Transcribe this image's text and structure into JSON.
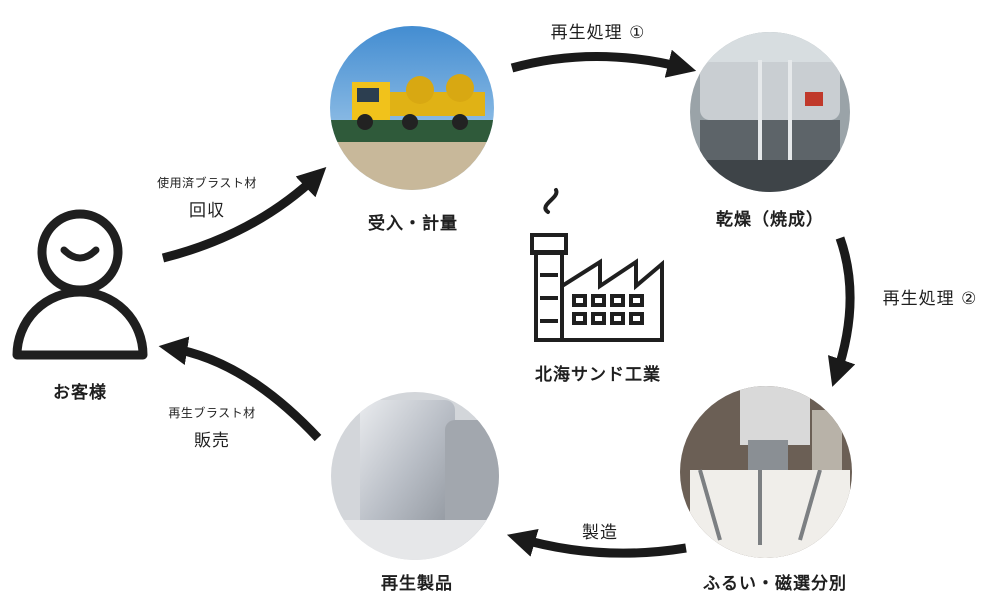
{
  "nodes": {
    "customer": {
      "label": "お客様"
    },
    "receive": {
      "label": "受入・計量"
    },
    "dry": {
      "label": "乾燥（焼成）"
    },
    "sieve": {
      "label": "ふるい・磁選分別"
    },
    "product": {
      "label": "再生製品"
    }
  },
  "center": {
    "company": "北海サンド工業"
  },
  "edges": {
    "collect": {
      "sub": "使用済ブラスト材",
      "main": "回収"
    },
    "process1": {
      "main": "再生処理 ①"
    },
    "process2": {
      "main": "再生処理 ②"
    },
    "make": {
      "main": "製造"
    },
    "sell": {
      "sub": "再生ブラスト材",
      "main": "販売"
    }
  },
  "colors": {
    "ink": "#1f1f1f",
    "arrow": "#1a1a1a"
  }
}
